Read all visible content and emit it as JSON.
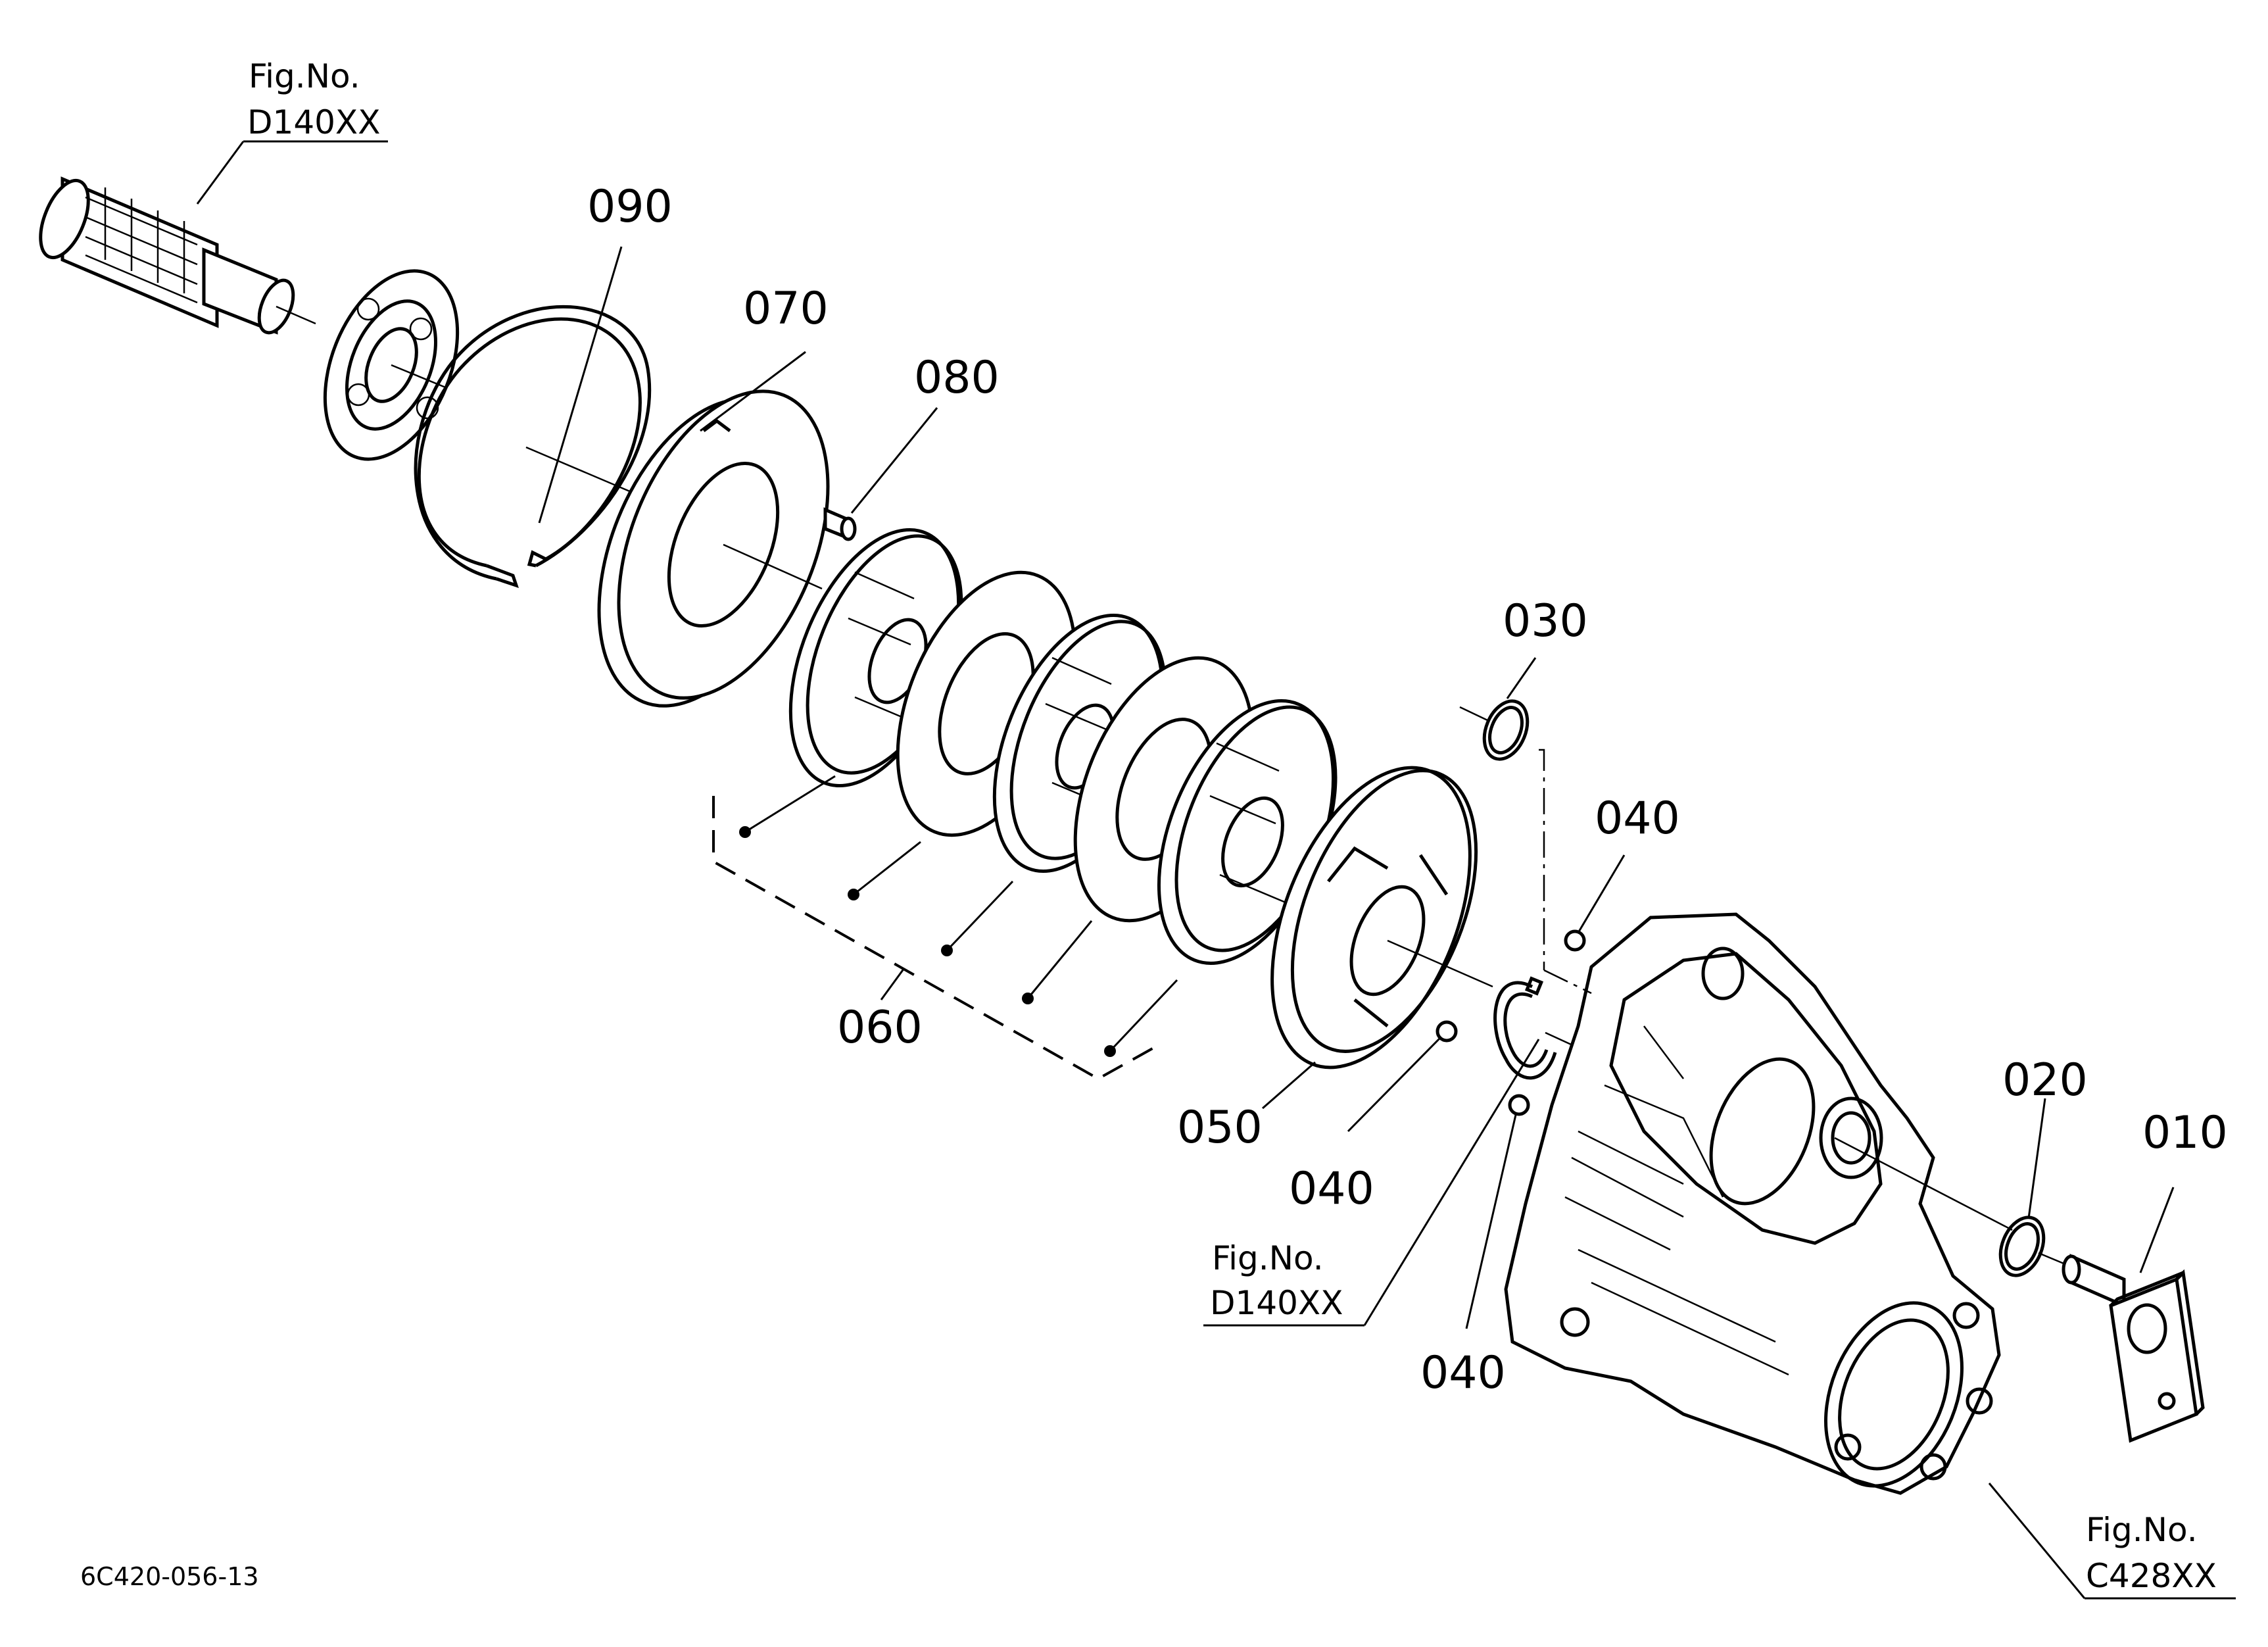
{
  "part_labels": {
    "p010": "010",
    "p020": "020",
    "p030": "030",
    "p040a": "040",
    "p040b": "040",
    "p040c": "040",
    "p050": "050",
    "p060": "060",
    "p070": "070",
    "p080": "080",
    "p090": "090"
  },
  "figure_refs": {
    "top_left": {
      "prefix": "Fig.No.",
      "code": "D140XX"
    },
    "middle": {
      "prefix": "Fig.No.",
      "code": "D140XX"
    },
    "bottom_right": {
      "prefix": "Fig.No.",
      "code": "C428XX"
    }
  },
  "drawing_code": "6C420-056-13"
}
